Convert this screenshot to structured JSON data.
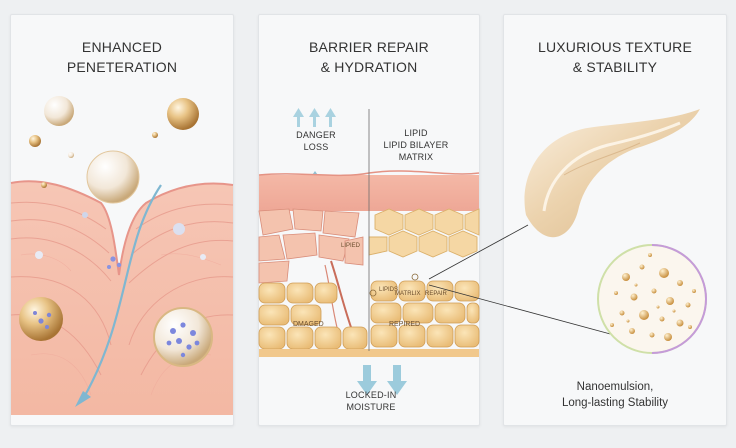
{
  "panels": [
    {
      "title_lines": [
        "ENHANCED",
        "PENETERATION"
      ]
    },
    {
      "title_lines": [
        "BARRIER REPAIR",
        "& HYDRATION"
      ],
      "left_label": [
        "DANGER",
        "LOSS"
      ],
      "right_label": [
        "LIPID",
        "LIPID BILAYER",
        "MATRIX"
      ],
      "inner_labels": {
        "lipid_zone": "LIPIED",
        "damaged": "DMAGED",
        "repaired": "REPIRED",
        "matrix": "MATRLIX",
        "lipids": "LIPIDS",
        "repair_tag": "REPAIR"
      },
      "bottom_label": [
        "LOCKED-IN",
        "MOISTURE"
      ]
    },
    {
      "title_lines": [
        "LUXURIOUS TEXTURE",
        "& STABILITY"
      ],
      "caption_lines": [
        "Nanoemulsion,",
        "Long-lasting Stability"
      ]
    }
  ],
  "colors": {
    "panel_bg": "#f7f8f9",
    "skin": "#f2b9a6",
    "cell": "#f2cf94",
    "arrow_blue": "#8fc6d8",
    "gold": "#d5a25a",
    "cream": "#ecd4b2"
  }
}
